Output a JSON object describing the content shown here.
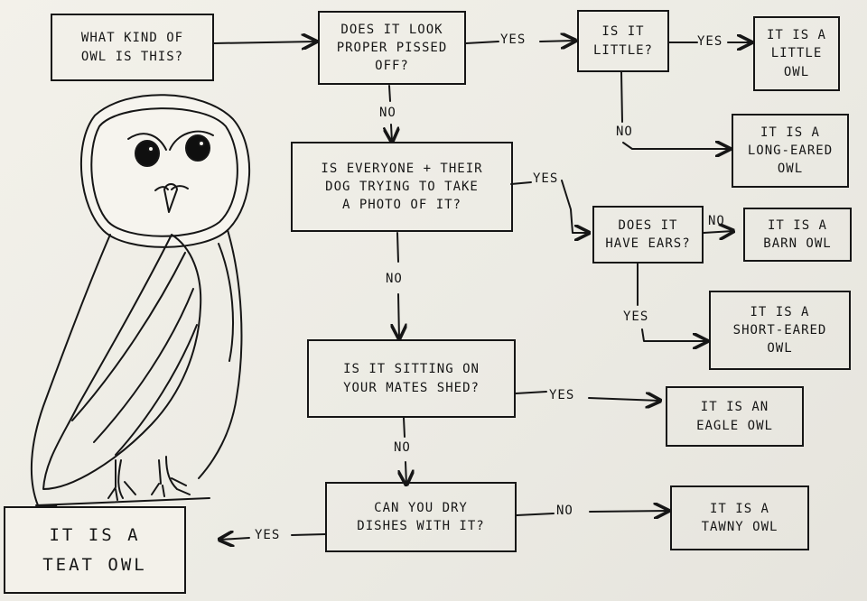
{
  "boxes": {
    "start": [
      "What kind of",
      "owl is this?"
    ],
    "q_pissed": [
      "Does it look",
      "proper pissed",
      "off?"
    ],
    "q_little": [
      "Is it",
      "little?"
    ],
    "a_little": [
      "It is a",
      "little",
      "owl"
    ],
    "a_long_eared": [
      "It is a",
      "long-eared",
      "owl"
    ],
    "q_photo": [
      "Is everyone + their",
      "dog trying to take",
      "a photo of it?"
    ],
    "q_ears": [
      "Does it",
      "have ears?"
    ],
    "a_barn": [
      "It is a",
      "barn owl"
    ],
    "a_short_eared": [
      "It is a",
      "short-eared",
      "owl"
    ],
    "q_shed": [
      "Is it sitting on",
      "your mates shed?"
    ],
    "a_eagle": [
      "It is an",
      "eagle owl"
    ],
    "q_dishes": [
      "Can you dry",
      "dishes with it?"
    ],
    "a_tawny": [
      "It is a",
      "tawny owl"
    ],
    "a_teat": [
      "It is a",
      "teat owl"
    ]
  },
  "labels": {
    "yes": "Yes",
    "no": "No"
  }
}
